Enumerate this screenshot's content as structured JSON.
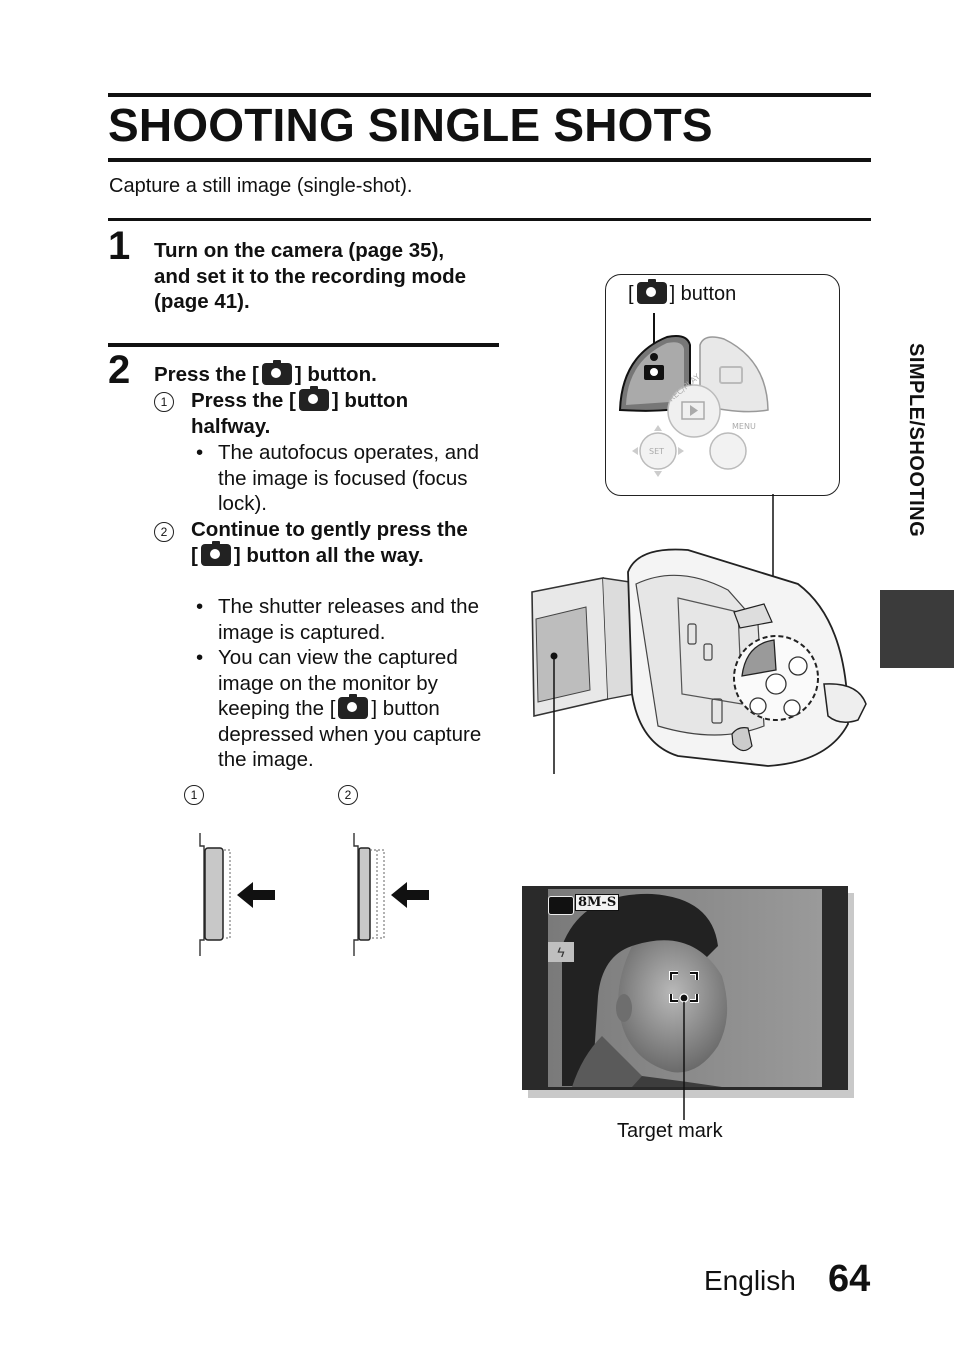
{
  "page": {
    "title": "SHOOTING SINGLE SHOTS",
    "subtitle": "Capture a still image (single-shot).",
    "side_label": "SIMPLE/SHOOTING",
    "footer_lang": "English",
    "page_number": "64"
  },
  "step1": {
    "number": "1",
    "text": "Turn on the camera (page 35), and set it to the recording mode (page 41)."
  },
  "step2": {
    "number": "2",
    "head_a": "Press the [",
    "head_b": "] button.",
    "sub1_num": "1",
    "sub1_a": "Press the [",
    "sub1_b": "] button halfway.",
    "sub1_bullet": "The autofocus operates, and the image is focused (focus lock).",
    "sub2_num": "2",
    "sub2_a": "Continue to gently press the [",
    "sub2_b": "] button all the way.",
    "sub2_bullet1": "The shutter releases and the image is captured.",
    "sub2_bullet2_a": "You can view the captured image on the monitor by keeping the [",
    "sub2_bullet2_b": "] button depressed when you capture the image.",
    "bullet_char": "•"
  },
  "figure_press": {
    "label1": "1",
    "label2": "2"
  },
  "callout": {
    "button_a": "[",
    "button_b": "] button",
    "rec_play": "REC/PLAY",
    "set": "SET",
    "menu": "MENU"
  },
  "monitor": {
    "resolution_badge": "8M-S",
    "target_label": "Target mark"
  },
  "colors": {
    "rule": "#111111",
    "side_tab": "#3b3b3b"
  }
}
